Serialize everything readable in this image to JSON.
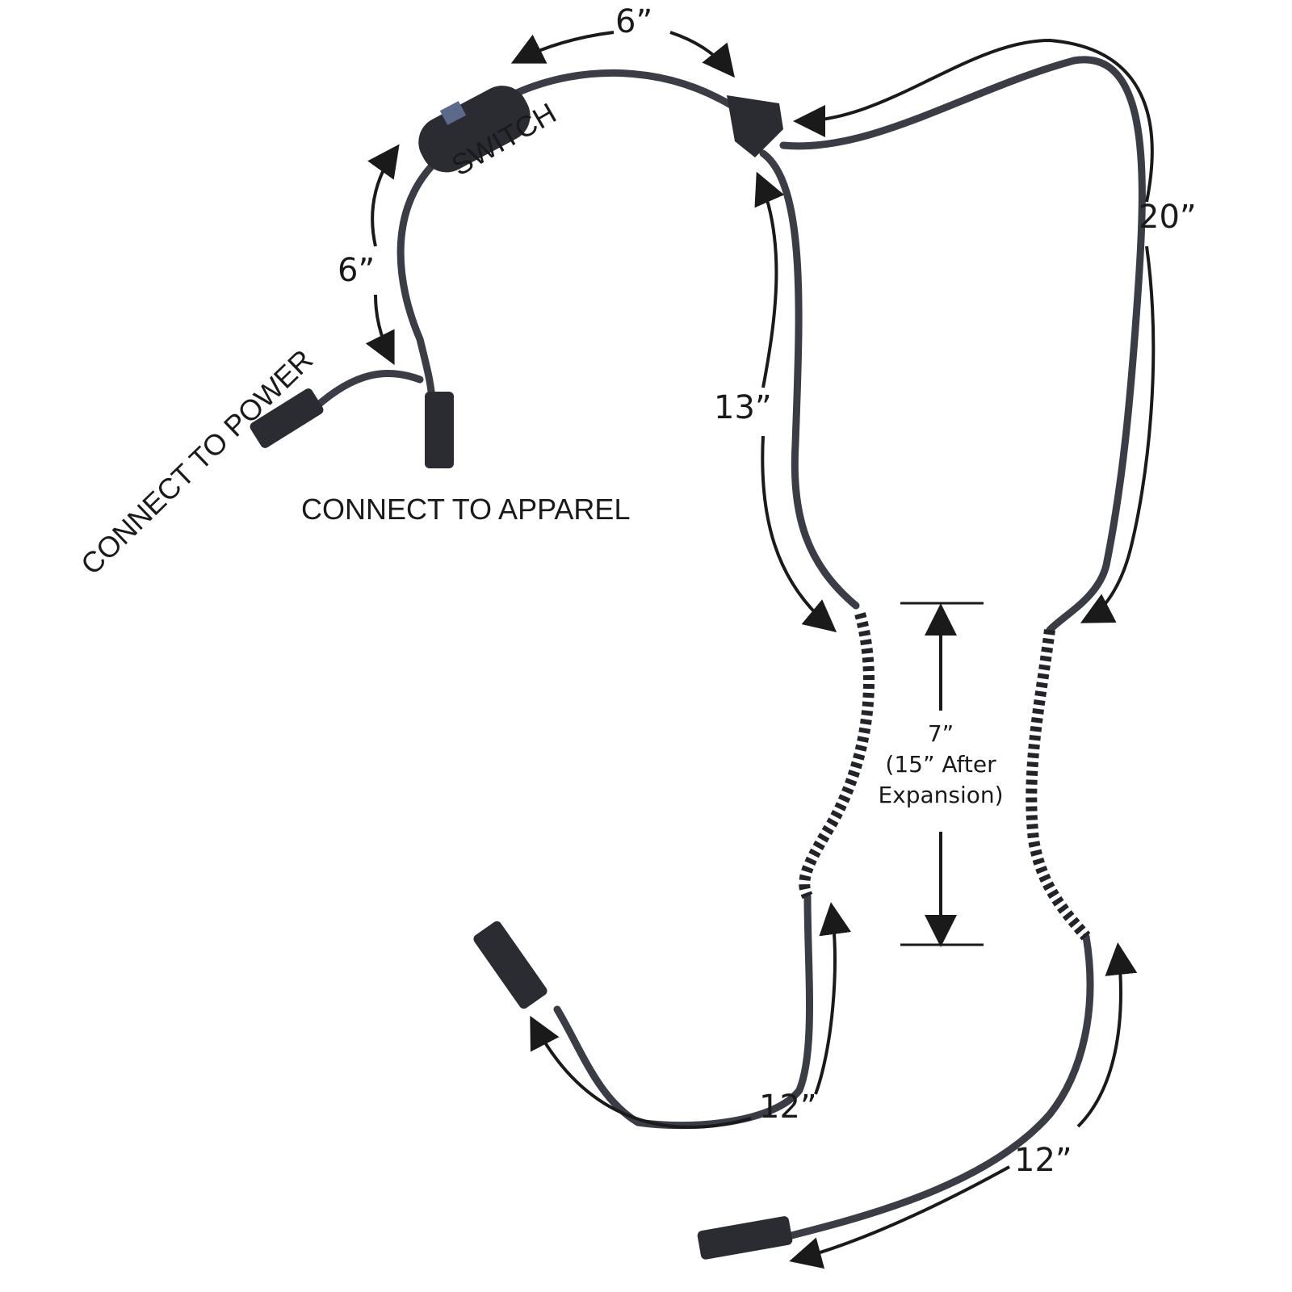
{
  "labels": {
    "top_length": "6”",
    "switch": "SWITCH",
    "left_length": "6”",
    "connect_power": "CONNECT TO POWER",
    "connect_apparel": "CONNECT TO APPAREL",
    "right_length": "20”",
    "middle_length": "13”",
    "coil_length": "7”",
    "coil_expanded_line1": "(15” After",
    "coil_expanded_line2": "Expansion)",
    "lower_left_length": "12”",
    "lower_right_length": "12”"
  },
  "colors": {
    "cable": "#3a3d45",
    "arrow": "#1a1a1a",
    "background": "#ffffff"
  }
}
